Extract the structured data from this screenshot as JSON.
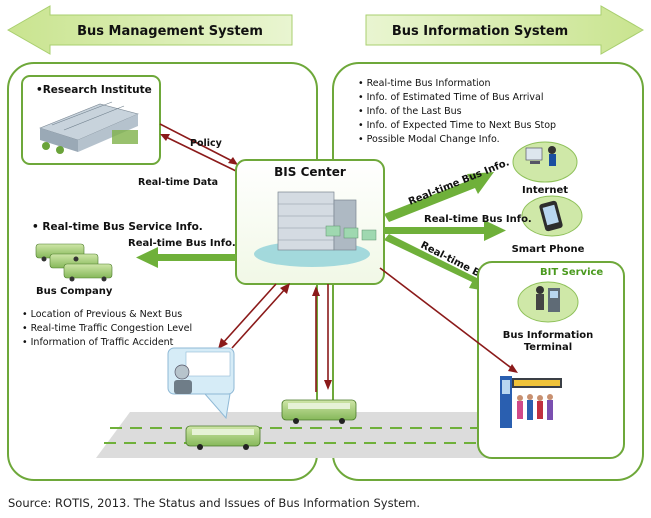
{
  "headers": {
    "left": "Bus Management System",
    "right": "Bus Information System"
  },
  "center": {
    "title": "BIS Center"
  },
  "research": {
    "title": "•Research Institute"
  },
  "flows": {
    "policy": "Policy",
    "realtime_data": "Real-time Data",
    "realtime_bus_info": "Real-time Bus Info."
  },
  "bus_company": {
    "service_info": "•  Real-time Bus Service Info.",
    "label": "Bus Company"
  },
  "collected_info": [
    "• Location of Previous & Next Bus",
    "• Real-time Traffic Congestion Level",
    "• Information of Traffic Accident"
  ],
  "info_list": [
    "• Real-time Bus Information",
    "• Info. of Estimated Time of Bus Arrival",
    "• Info. of the Last Bus",
    "• Info. of Expected Time to Next Bus Stop",
    "• Possible Modal Change Info."
  ],
  "channels": {
    "internet": "Internet",
    "smart_phone": "Smart Phone",
    "terminal_line1": "Bus Information",
    "terminal_line2": "Terminal"
  },
  "bit": {
    "title": "BIT Service"
  },
  "source": "Source: ROTIS, 2013. The Status and Issues of Bus Information System.",
  "colors": {
    "green_dark": "#5c9a2e",
    "green_light": "#cfe8a8",
    "arrow_red": "#8b1a1a",
    "bit_title": "#4a9a1e"
  }
}
